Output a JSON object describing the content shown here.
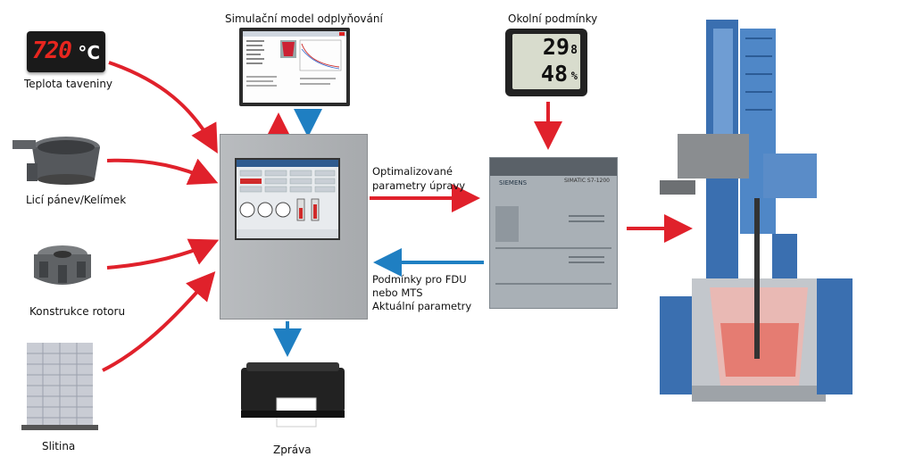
{
  "inputs": {
    "temperature_display": "720",
    "temperature_unit": "°C",
    "melt_temperature_label": "Teplota taveniny",
    "ladle_label": "Licí pánev/Kelímek",
    "rotor_label": "Konstrukce rotoru",
    "ingot_label": "Slitina"
  },
  "simulation": {
    "label": "Simulační model odplyňování"
  },
  "ambient": {
    "label": "Okolní podmínky",
    "temperature": "29",
    "temperature_decimal": "8",
    "humidity": "48",
    "humidity_unit": "%"
  },
  "plc": {
    "brand": "SIEMENS",
    "model": "SIMATIC S7-1200"
  },
  "flows": {
    "optimized_params": [
      "Optimalizované",
      "parametry úpravy"
    ],
    "feedback": [
      "Podmínky pro FDU",
      "nebo MTS",
      "Aktuální parametry"
    ]
  },
  "printer": {
    "label": "Zpráva"
  },
  "colors": {
    "red_arrow": "#e0212b",
    "blue_arrow": "#1f7fc2",
    "machine_blue": "#3a6fb0"
  }
}
